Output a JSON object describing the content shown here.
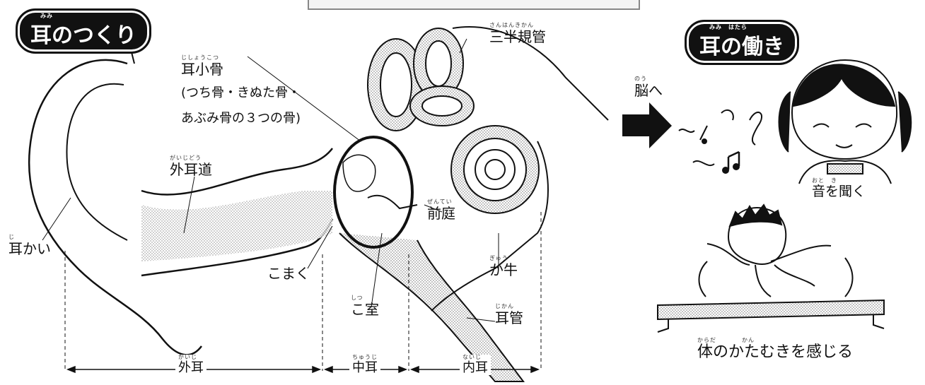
{
  "titles": {
    "structure": {
      "text": "耳のつくり",
      "ruby": "みみ"
    },
    "function": {
      "text": "耳の働き",
      "ruby": "みみ　はたら"
    }
  },
  "labels": {
    "semicircular": {
      "text": "三半規管",
      "ruby": "さんはんきかん"
    },
    "ossicles": {
      "text": "耳小骨",
      "ruby": "じしょうこつ"
    },
    "ossicles_note_1": "(つち骨・きぬた骨・",
    "ossicles_note_2": "あぶみ骨の３つの骨)",
    "ear_canal": {
      "text": "外耳道",
      "ruby": "がいじどう"
    },
    "pinna": {
      "text": "耳かい",
      "ruby": "じ"
    },
    "eardrum": "こまく",
    "cavity": {
      "text": "こ室",
      "ruby": "しつ"
    },
    "vestibule": {
      "text": "前庭",
      "ruby": "ぜんてい"
    },
    "cochlea": {
      "text": "か牛",
      "ruby": "ぎゅう"
    },
    "eustachian": {
      "text": "耳管",
      "ruby": "じかん"
    },
    "to_brain": {
      "text": "脳へ",
      "ruby": "のう"
    },
    "hear_sound": {
      "text": "音を聞く",
      "ruby": "おと　き"
    },
    "sense_tilt": {
      "text": "体のかたむきを感じる",
      "ruby": "からだ　　　　かん"
    }
  },
  "sections": [
    {
      "text": "外耳",
      "ruby": "がいじ"
    },
    {
      "text": "中耳",
      "ruby": "ちゅうじ"
    },
    {
      "text": "内耳",
      "ruby": "ないじ"
    }
  ],
  "colors": {
    "ink": "#111111",
    "tone": "#d9d9d9",
    "badge": "#111111"
  }
}
